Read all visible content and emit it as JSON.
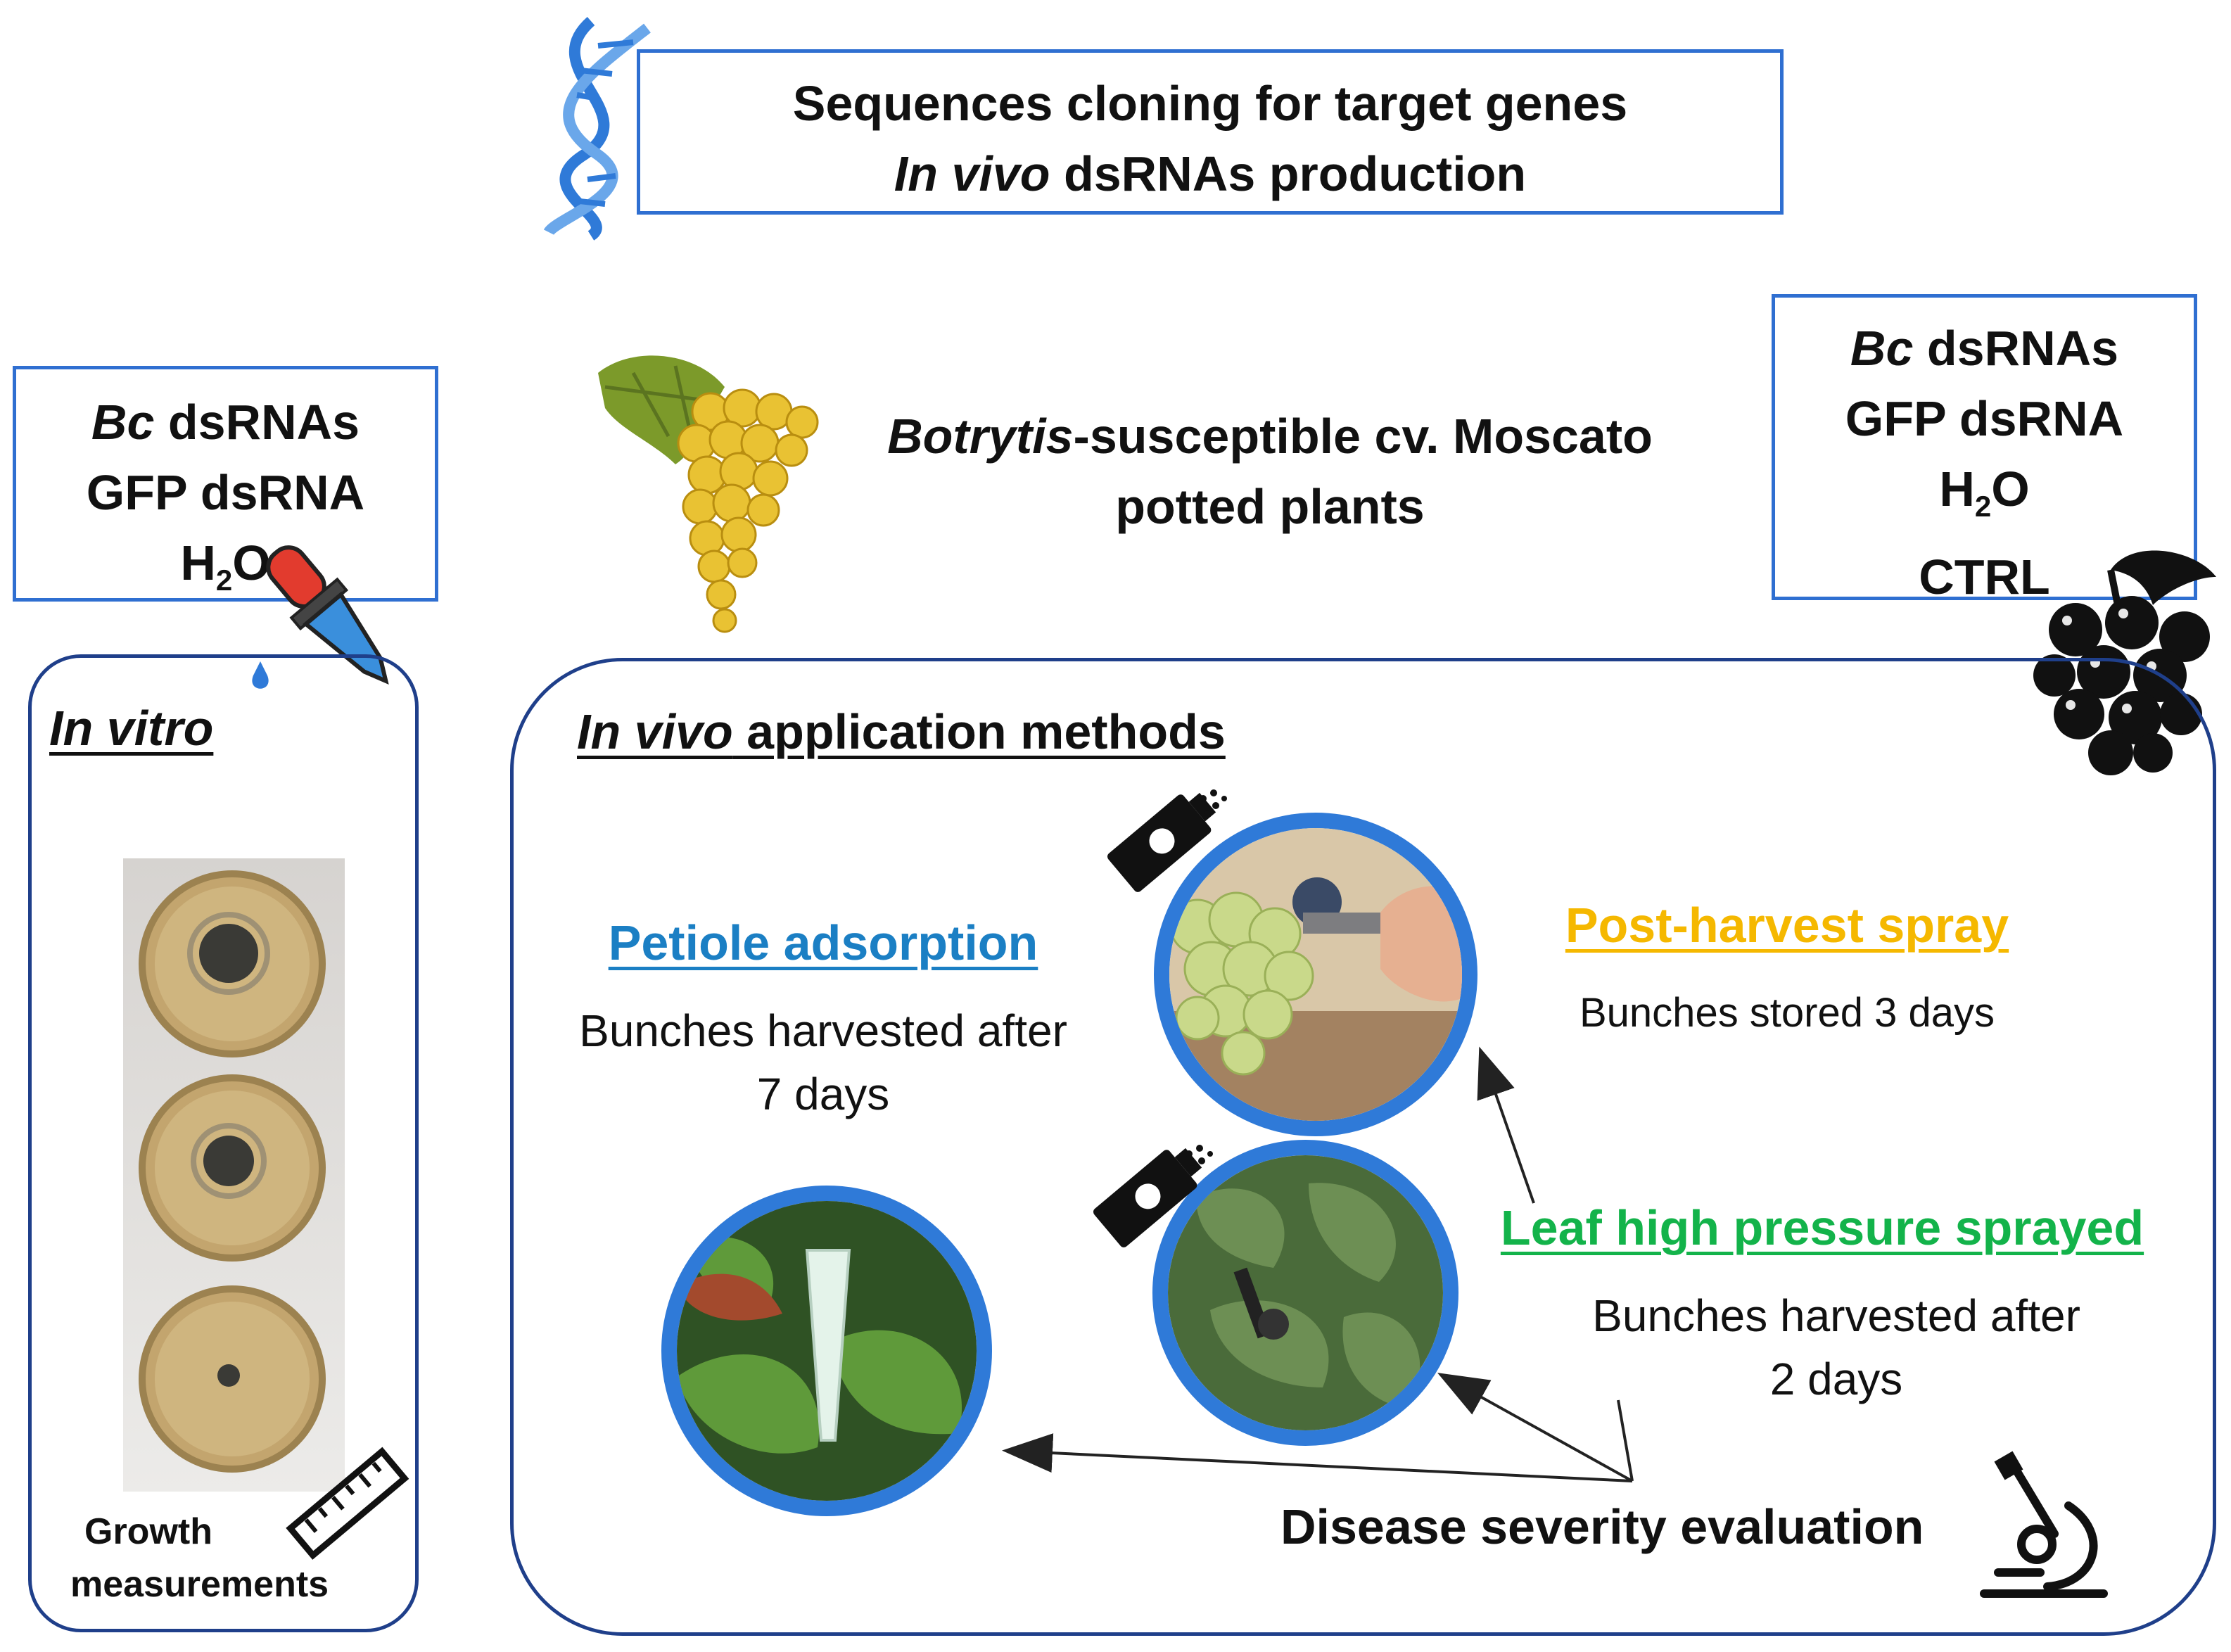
{
  "header": {
    "line1": "Sequences cloning for target genes",
    "line2_italic": "In vivo",
    "line2_rest": " dsRNAs production"
  },
  "left_box": {
    "line1_italic": "Bc",
    "line1_rest": " dsRNAs",
    "line2": "GFP dsRNA",
    "line3_h": "H",
    "line3_sub": "2",
    "line3_o": "O"
  },
  "right_box": {
    "line1_italic": "Bc",
    "line1_rest": " dsRNAs",
    "line2": "GFP dsRNA",
    "line3_h": "H",
    "line3_sub": "2",
    "line3_o": "O",
    "line4": "CTRL"
  },
  "plants": {
    "line1_italic": "Botrytis",
    "line1_rest": "-susceptible cv. Moscato",
    "line2": "potted plants"
  },
  "in_vitro": {
    "title": "In vitro",
    "growth_line1": "Growth",
    "growth_line2": "measurements"
  },
  "in_vivo": {
    "title_italic": "In vivo",
    "title_rest": " application methods",
    "petiole_title": "Petiole adsorption",
    "petiole_desc1": "Bunches harvested after",
    "petiole_desc2": "7 days",
    "post_title": "Post-harvest spray",
    "post_desc": "Bunches stored 3 days",
    "leaf_title": "Leaf high pressure sprayed",
    "leaf_desc1": "Bunches harvested after",
    "leaf_desc2": "2 days",
    "disease": "Disease severity evaluation"
  },
  "colors": {
    "box_border": "#2f6fd1",
    "panel_border": "#1f3f8a",
    "petiole": "#1b7fc4",
    "post_harvest": "#f5b800",
    "leaf": "#13b34a",
    "circle_ring": "#2f7ad8"
  },
  "icons": [
    "dna-icon",
    "dropper-icon",
    "grape-bunch-icon",
    "grapes-silhouette-icon",
    "spray-can-icon",
    "ruler-icon",
    "microscope-icon"
  ]
}
